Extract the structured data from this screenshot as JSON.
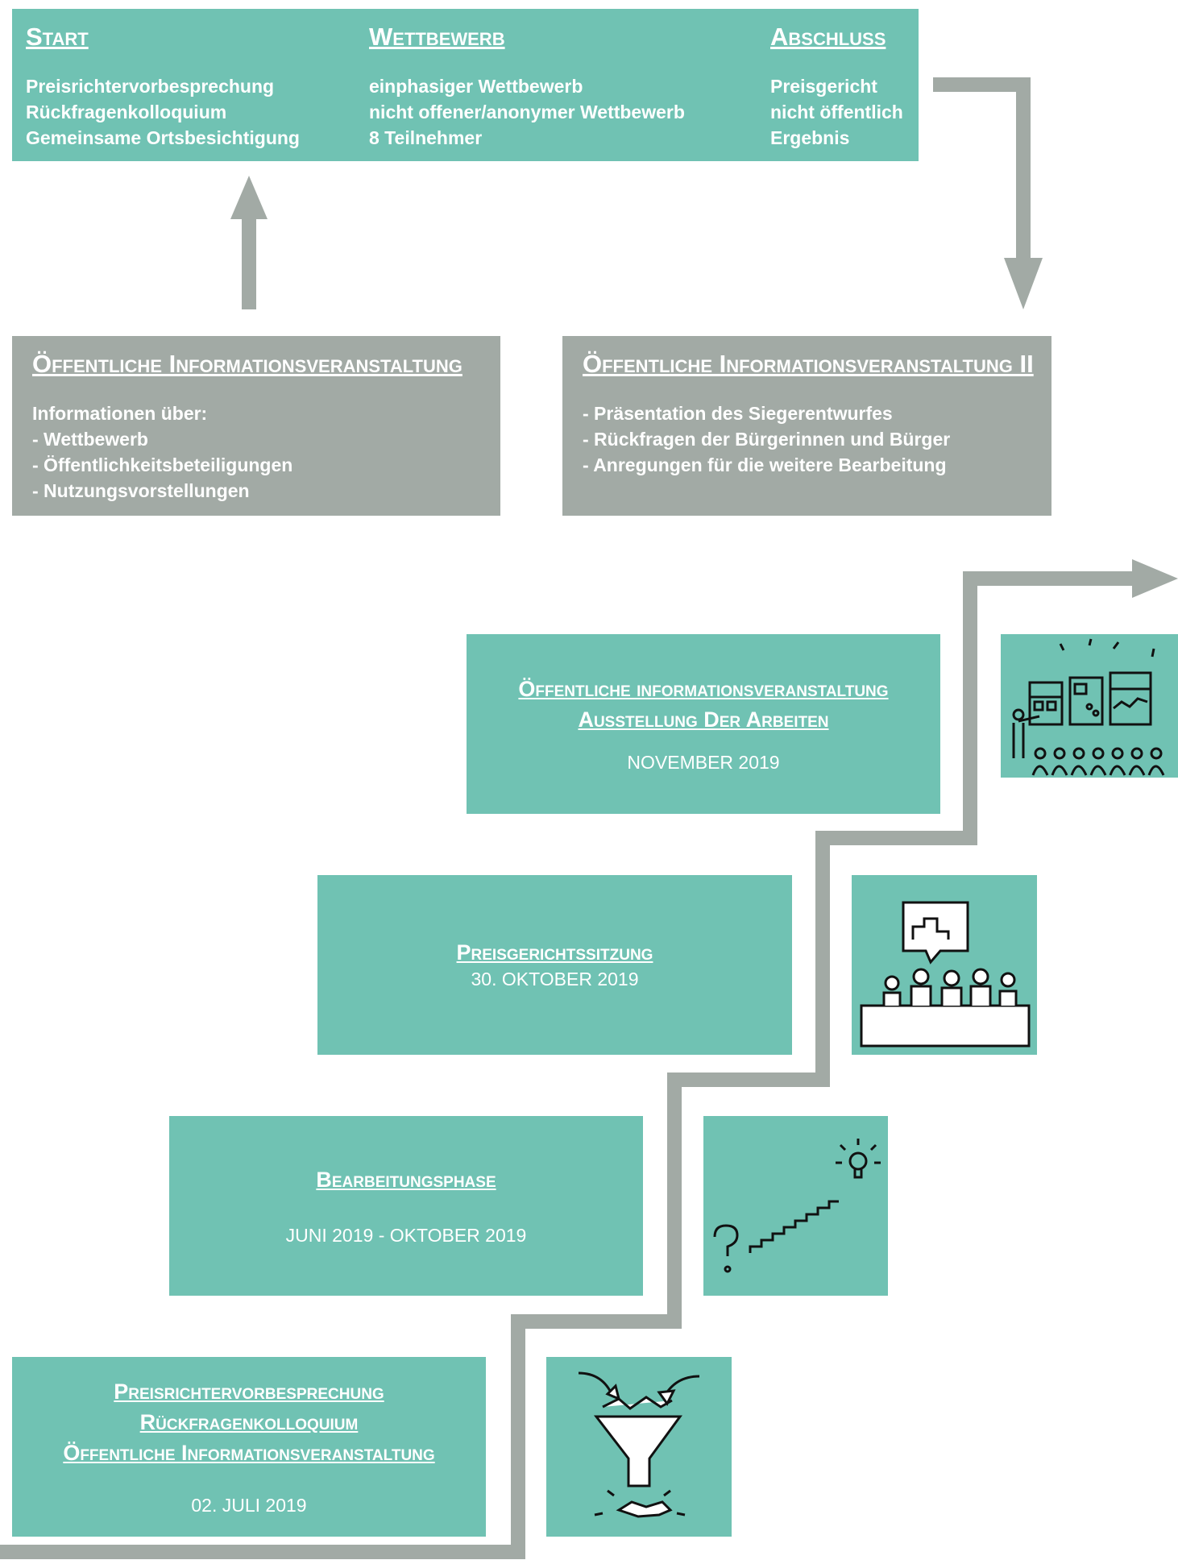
{
  "top": {
    "columns": [
      {
        "title": "Start",
        "lines": [
          "Preisrichtervorbesprechung",
          "Rückfragenkolloquium",
          "Gemeinsame Ortsbesichtigung"
        ]
      },
      {
        "title": "Wettbewerb",
        "lines": [
          "einphasiger Wettbewerb",
          "nicht offener/anonymer Wettbewerb",
          "8 Teilnehmer"
        ]
      },
      {
        "title": "Abschluss",
        "lines": [
          "Preisgericht",
          "nicht öffentlich",
          "Ergebnis"
        ]
      }
    ]
  },
  "info1": {
    "title": "Öffentliche Informationsveranstaltung",
    "lines": [
      "Informationen über:",
      "- Wettbewerb",
      "- Öffentlichkeitsbeteiligungen",
      "- Nutzungsvorstellungen"
    ]
  },
  "info2": {
    "title": "Öffentliche Informationsveranstaltung II",
    "lines": [
      "- Präsentation des Siegerentwurfes",
      "- Rückfragen der Bürgerinnen und Bürger",
      "- Anregungen für die weitere Bearbeitung"
    ]
  },
  "steps": [
    {
      "titles": [
        "Öffentliche informationsveranstaltung",
        "Ausstellung Der Arbeiten"
      ],
      "date": "NOVEMBER 2019",
      "icon": "exhibition-audience-icon"
    },
    {
      "titles": [
        "Preisgerichtssitzung"
      ],
      "date": "30. OKTOBER 2019",
      "icon": "jury-podium-icon"
    },
    {
      "titles": [
        "Bearbeitungsphase"
      ],
      "date": "JUNI 2019 - OKTOBER 2019",
      "icon": "stairs-idea-icon"
    },
    {
      "titles": [
        "Preisrichtervorbesprechung",
        "Rückfragenkolloquium",
        "Öffentliche Informationsveranstaltung"
      ],
      "date": "02. JULI 2019",
      "icon": "funnel-icon"
    }
  ],
  "colors": {
    "teal": "#70c2b3",
    "grey": "#a2aaa5",
    "text": "#ffffff"
  }
}
